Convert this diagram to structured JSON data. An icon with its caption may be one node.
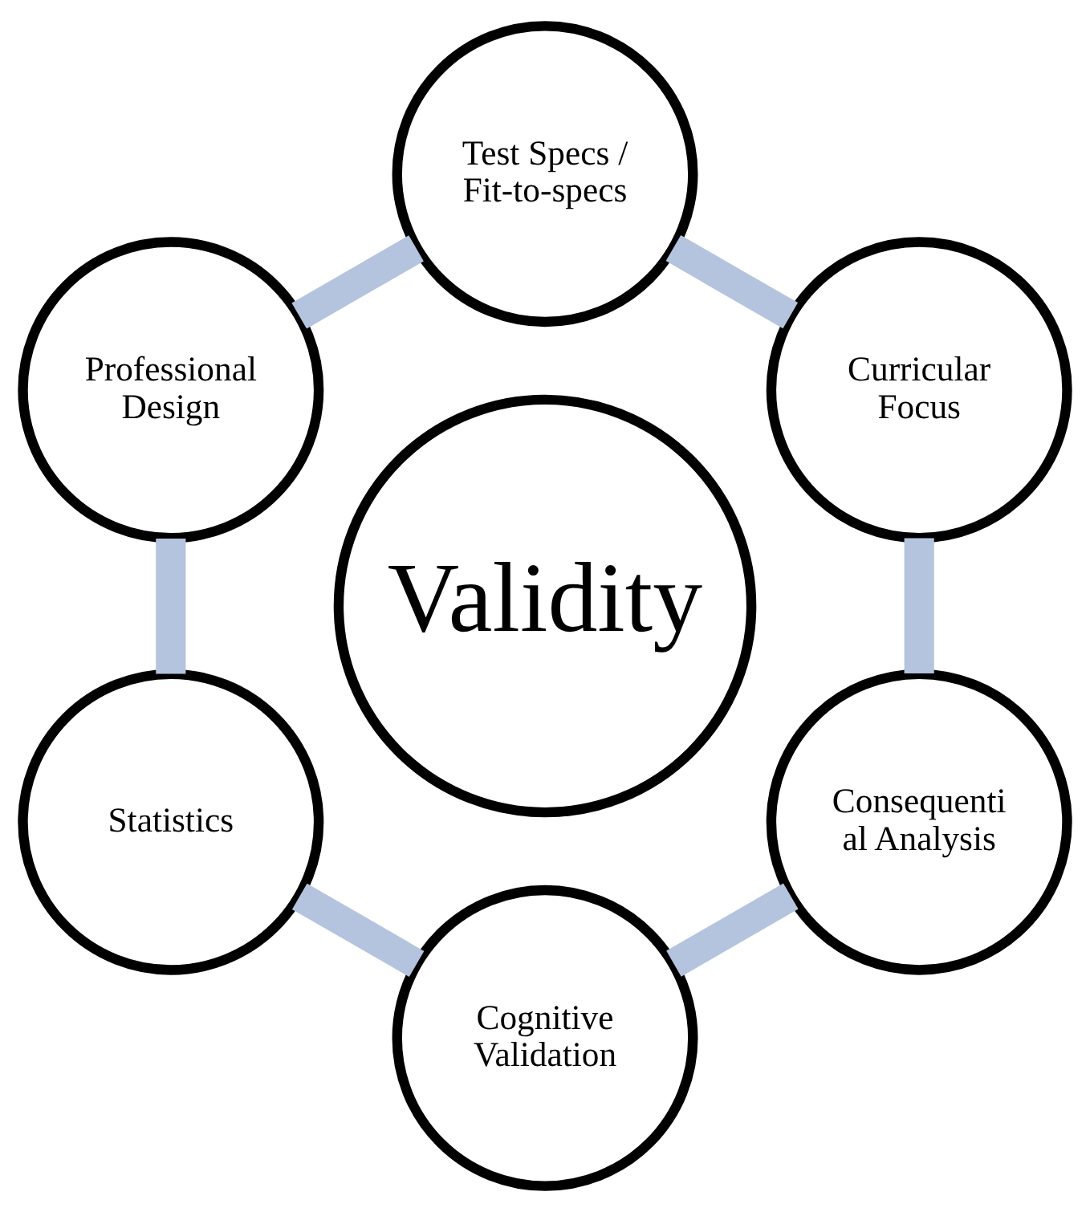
{
  "diagram": {
    "nodes": [
      {
        "text": [
          "Validity"
        ]
      },
      {
        "text": [
          "Curricular Focus"
        ]
      },
      {
        "text": [
          "Test Specs / Fit-to-specs"
        ]
      },
      {
        "text": [
          "Professional Design"
        ]
      },
      {
        "text": [
          "Statistics"
        ]
      },
      {
        "text": [
          "Cognitive Validation"
        ]
      },
      {
        "text": [
          "Consequenti al Analysis"
        ]
      }
    ],
    "edges": [
      {
        "from": 1,
        "to": 2,
        "arrow": "none"
      },
      {
        "from": 2,
        "to": 3,
        "arrow": "none"
      },
      {
        "from": 3,
        "to": 4,
        "arrow": "none"
      },
      {
        "from": 4,
        "to": 5,
        "arrow": "none"
      },
      {
        "from": 5,
        "to": 6,
        "arrow": "none"
      },
      {
        "from": 6,
        "to": 1,
        "arrow": "none"
      }
    ]
  }
}
